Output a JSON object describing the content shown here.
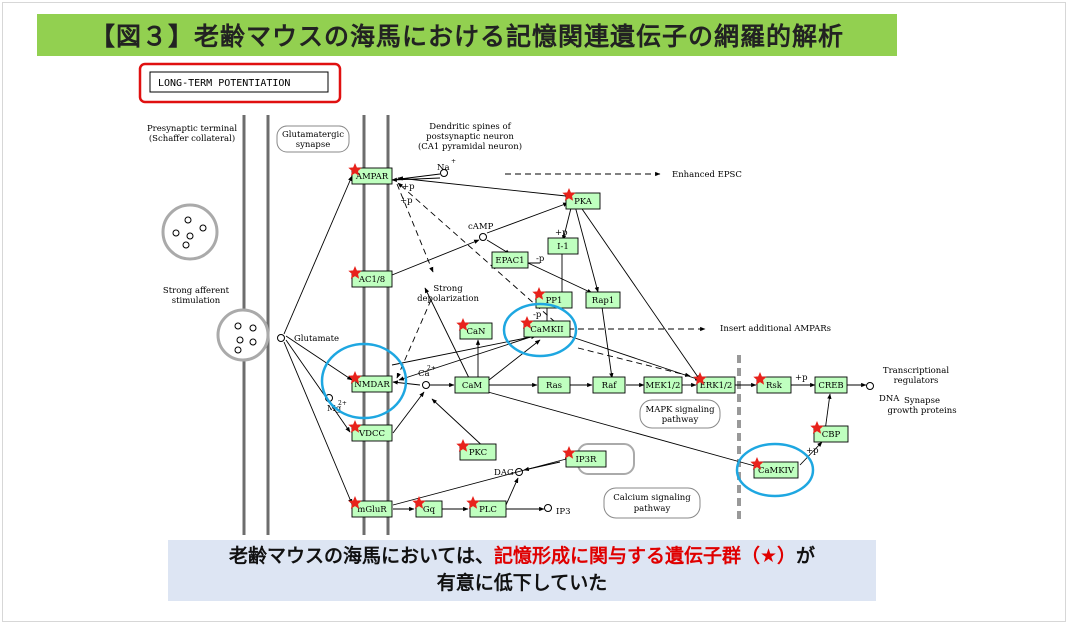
{
  "title": "【図３】老齢マウスの海馬における記憶関連遺伝子の網羅的解析",
  "pathway_title": "LONG-TERM POTENTIATION",
  "regions": {
    "presynaptic": "Presynaptic terminal",
    "presynaptic2": "(Schaffer collateral)",
    "glutamatergic": "Glutamatergic",
    "glutamatergic2": "synapse",
    "dendritic": "Dendritic spines of",
    "dendritic2": "postsynaptic neuron",
    "dendritic3": "(CA1 pyramidal neuron)"
  },
  "labels": {
    "strong_afferent": "Strong afferent",
    "stimulation": "stimulation",
    "glutamate": "Glutamate",
    "na": "Na",
    "na_sup": "+",
    "camp": "cAMP",
    "ca": "Ca",
    "ca_sup": "2+",
    "mg": "Mg",
    "mg_sup": "2+",
    "strong_depol": "Strong",
    "strong_depol2": "depolarization",
    "dag": "DAG",
    "ip3": "IP3",
    "dna": "DNA",
    "enhanced_epsc": "Enhanced EPSC",
    "insert_ampars": "Insert additional AMPARs",
    "transcriptional": "Transcriptional",
    "regulators": "regulators",
    "synapse_growth": "Synapse",
    "growth_proteins": "growth proteins",
    "mapk_pathway": "MAPK signaling",
    "mapk_pathway2": "pathway",
    "calcium_pathway": "Calcium signaling",
    "calcium_pathway2": "pathway",
    "plus_p": "+p",
    "minus_p": "-p"
  },
  "genes": {
    "ampar": "AMPAR",
    "ac18": "AC1/8",
    "nmdar": "NMDAR",
    "vdcc": "VDCC",
    "mglur": "mGluR",
    "gq": "Gq",
    "plc": "PLC",
    "pkc": "PKC",
    "ip3r": "IP3R",
    "can": "CaN",
    "cam": "CaM",
    "camkii": "CaMKII",
    "pp1": "PP1",
    "i1": "I-1",
    "epac1": "EPAC1",
    "pka": "PKA",
    "rap1": "Rap1",
    "ras": "Ras",
    "raf": "Raf",
    "mek12": "MEK1/2",
    "erk12": "ERK1/2",
    "rsk": "Rsk",
    "creb": "CREB",
    "cbp": "CBP",
    "camkiv": "CaMKIV"
  },
  "caption": {
    "line1_a": "老齢マウスの海馬においては、",
    "line1_highlight": "記憶形成に関与する遺伝子群（★）",
    "line1_b": "が",
    "line2": "有意に低下していた"
  },
  "colors": {
    "title_bg": "#92d050",
    "gene_fill": "#bfffbf",
    "star": "#e8221b",
    "highlight_circle": "#1ea7e1",
    "pathway_title_border": "#e01010",
    "caption_bg": "#dde5f3",
    "caption_highlight": "#e00000"
  }
}
